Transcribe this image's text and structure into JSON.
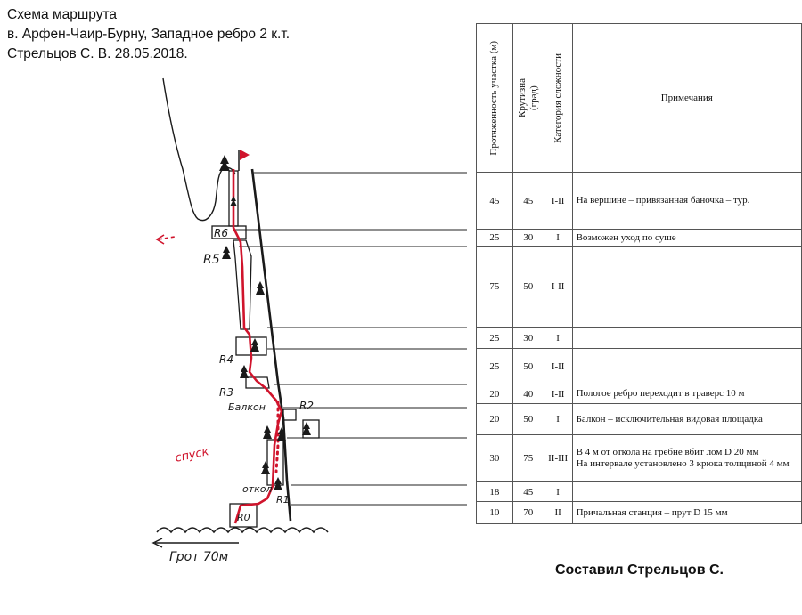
{
  "header": {
    "line1": "Схема маршрута",
    "line2": "в. Арфен-Чаир-Бурну, Западное ребро 2 к.т.",
    "line3": "Стрельцов С. В. 28.05.2018."
  },
  "diagram": {
    "labels": {
      "r6": "R6",
      "r5": "R5",
      "r4": "R4",
      "r3": "R3",
      "r2": "R2",
      "r1": "R1",
      "r0": "R0",
      "balkon": "Балкон",
      "otkol": "откол",
      "spusk": "спуск",
      "grot": "Грот 70м"
    },
    "colors": {
      "route": "#d0142c",
      "ink": "#1a1a1a",
      "annotation": "#d0142c"
    }
  },
  "table": {
    "headers": {
      "length": "Протяженность участка (м)",
      "steepness": "Крутизна (град)",
      "category": "Категория сложности",
      "notes": "Примечания"
    },
    "rows": [
      {
        "length": "45",
        "steepness": "45",
        "category": "I-II",
        "note": "На вершине – привязанная баночка – тур."
      },
      {
        "length": "25",
        "steepness": "30",
        "category": "I",
        "note": "Возможен уход по суше"
      },
      {
        "length": "75",
        "steepness": "50",
        "category": "I-II",
        "note": ""
      },
      {
        "length": "25",
        "steepness": "30",
        "category": "I",
        "note": ""
      },
      {
        "length": "25",
        "steepness": "50",
        "category": "I-II",
        "note": ""
      },
      {
        "length": "20",
        "steepness": "40",
        "category": "I-II",
        "note": "Пологое ребро переходит в траверс 10 м"
      },
      {
        "length": "20",
        "steepness": "50",
        "category": "I",
        "note": "Балкон – исключительная видовая площадка"
      },
      {
        "length": "30",
        "steepness": "75",
        "category": "II-III",
        "note": "В 4 м от откола на гребне вбит лом D 20 мм",
        "note2": "На интервале установлено 3 крюка толщиной 4 мм"
      },
      {
        "length": "18",
        "steepness": "45",
        "category": "I",
        "note": ""
      },
      {
        "length": "10",
        "steepness": "70",
        "category": "II",
        "note": "Причальная станция – прут D 15 мм"
      }
    ]
  },
  "footer": {
    "signature": "Составил Стрельцов С."
  }
}
